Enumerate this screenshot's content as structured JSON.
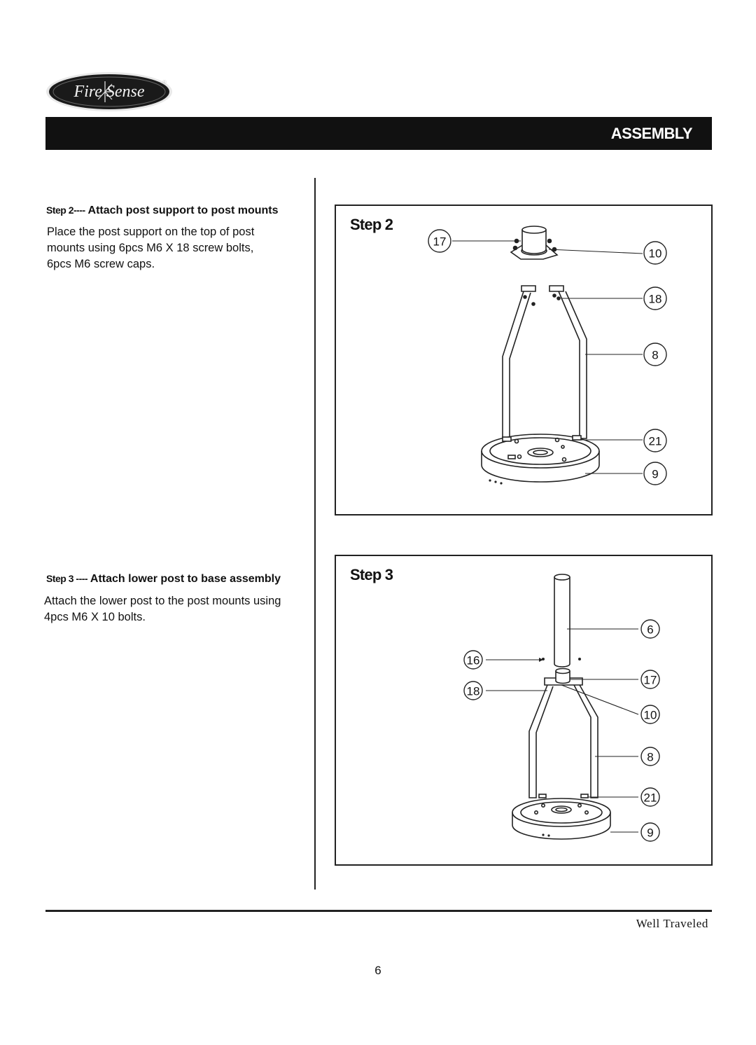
{
  "brand": {
    "logo_text": "Fire Sense",
    "registered_mark": "®"
  },
  "header": {
    "title": "ASSEMBLY"
  },
  "steps": [
    {
      "label": "Step 2----",
      "title": "Attach post support to post mounts",
      "body": "Place the post support on the top of post\nmounts using 6pcs M6 X 18 screw bolts,\n6pcs M6 screw caps.",
      "panel_title": "Step 2",
      "callouts": [
        "17",
        "10",
        "18",
        "8",
        "21",
        "9"
      ]
    },
    {
      "label": "Step 3 ----",
      "title": "Attach lower post to base assembly",
      "body": "Attach the lower post to the post mounts using\n4pcs M6 X 10 bolts.",
      "panel_title": "Step 3",
      "callouts": [
        "6",
        "16",
        "17",
        "18",
        "10",
        "8",
        "21",
        "9"
      ]
    }
  ],
  "footer": {
    "tagline": "Well Traveled",
    "page_number": "6"
  }
}
